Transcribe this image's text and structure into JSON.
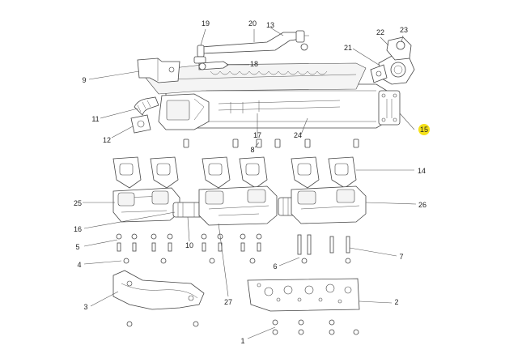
{
  "callouts": [
    {
      "id": "1",
      "text": "1"
    },
    {
      "id": "2",
      "text": "2"
    },
    {
      "id": "3",
      "text": "3"
    },
    {
      "id": "4",
      "text": "4"
    },
    {
      "id": "5",
      "text": "5"
    },
    {
      "id": "6",
      "text": "6"
    },
    {
      "id": "7",
      "text": "7"
    },
    {
      "id": "8",
      "text": "8"
    },
    {
      "id": "9",
      "text": "9"
    },
    {
      "id": "10",
      "text": "10"
    },
    {
      "id": "11",
      "text": "11"
    },
    {
      "id": "12",
      "text": "12"
    },
    {
      "id": "13",
      "text": "13"
    },
    {
      "id": "14",
      "text": "14"
    },
    {
      "id": "15",
      "text": "15"
    },
    {
      "id": "16",
      "text": "16"
    },
    {
      "id": "17",
      "text": "17"
    },
    {
      "id": "18",
      "text": "18"
    },
    {
      "id": "19",
      "text": "19"
    },
    {
      "id": "20",
      "text": "20"
    },
    {
      "id": "21",
      "text": "21"
    },
    {
      "id": "22",
      "text": "22"
    },
    {
      "id": "23",
      "text": "23"
    },
    {
      "id": "24",
      "text": "24"
    },
    {
      "id": "25",
      "text": "25"
    },
    {
      "id": "26",
      "text": "26"
    },
    {
      "id": "27",
      "text": "27"
    }
  ],
  "highlight": {
    "callout": "15",
    "color": "#f5e11a"
  },
  "colors": {
    "line": "#444444",
    "label": "#222222",
    "background": "#ffffff"
  }
}
